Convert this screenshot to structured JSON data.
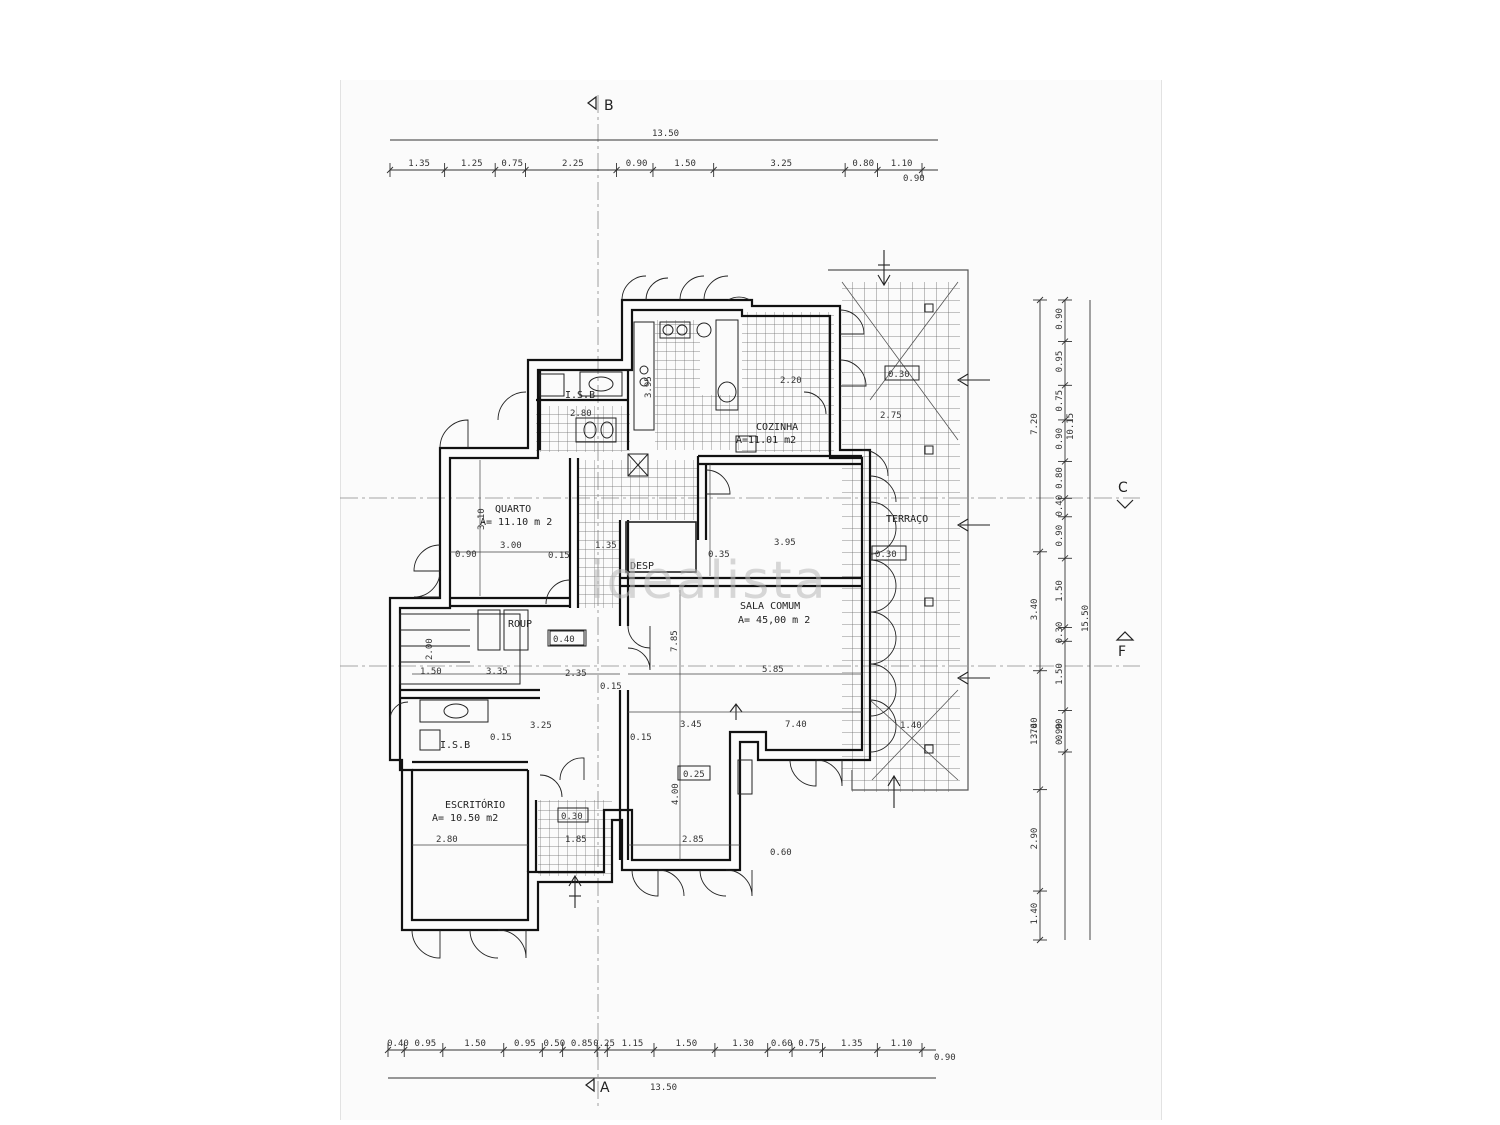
{
  "watermark": "idealista",
  "axes": {
    "b_top": "B",
    "a_bottom": "A",
    "c_right": "C",
    "f_right": "F"
  },
  "top_dims": {
    "overall": "13.50",
    "segments": [
      "1.35",
      "1.25",
      "0.75",
      "2.25",
      "0.90",
      "1.50",
      "3.25",
      "0.80",
      "1.10"
    ],
    "extra": "0.90"
  },
  "bottom_dims": {
    "overall": "13.50",
    "segments": [
      "0.40",
      "0.95",
      "1.50",
      "0.95",
      "0.50",
      "0.85",
      "0.25",
      "1.15",
      "1.50",
      "1.30",
      "0.60",
      "0.75",
      "1.35",
      "1.10"
    ],
    "extra": "0.90"
  },
  "right_dims": {
    "overall": "15.50",
    "segments": [
      "0.90",
      "0.95",
      "0.75",
      "0.90",
      "0.80",
      "0.40",
      "0.90",
      "1.50",
      "0.30",
      "1.50",
      "0.90"
    ],
    "group": [
      "7.20",
      "3.40",
      "3.40",
      "2.90",
      "1.40"
    ],
    "small": [
      "10.15",
      "1.70",
      "0.90"
    ]
  },
  "rooms": {
    "quarto": {
      "name": "QUARTO",
      "area": "A= 11.10 m 2"
    },
    "cozinha": {
      "name": "COZINHA",
      "area": "A=11.01 m2"
    },
    "sala": {
      "name": "SALA COMUM",
      "area": "A= 45,00 m 2"
    },
    "escritorio": {
      "name": "ESCRITÓRIO",
      "area": "A= 10.50 m2"
    },
    "terraco": {
      "name": "TERRAÇO"
    },
    "desp": {
      "name": "DESP"
    },
    "roup": {
      "name": "ROUP"
    },
    "ib1": {
      "name": "I.S.B"
    },
    "ib2": {
      "name": "I.S.B"
    }
  },
  "labels": {
    "l030a": "0.30",
    "l030b": "0.30",
    "l040": "0.40",
    "l025": "0.25",
    "l030c": "0.30",
    "d300": "3.00",
    "d310": "3.10",
    "d395": "3.95",
    "d785": "7.85",
    "d585": "5.85",
    "d345": "3.45",
    "d740": "7.40",
    "d400": "4.00",
    "d285": "2.85",
    "d325": "3.25",
    "d280": "2.80",
    "d335": "3.35",
    "d235": "2.35",
    "d395b": "3.95",
    "d060": "0.60",
    "d015a": "0.15",
    "d015b": "0.15",
    "d015c": "0.15",
    "d015d": "0.15",
    "d200": "2.00",
    "d220": "2.20",
    "d280b": "2.80",
    "d185": "1.85",
    "d090": "0.90",
    "d135": "1.35",
    "d140": "1.40",
    "d275": "2.75",
    "d035": "0.35",
    "d150": "1.50"
  }
}
